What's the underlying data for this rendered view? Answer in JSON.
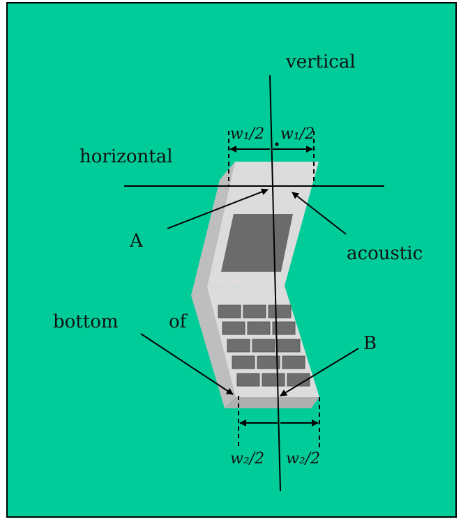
{
  "colors": {
    "background": "#00CC99",
    "frame": "#000000",
    "phone_face": "#DCDCDC",
    "phone_side": "#BEBEBE",
    "screen": "#6B6B6B",
    "key": "#6E6E6E"
  },
  "labels": {
    "vertical": "vertical",
    "horizontal": "horizontal",
    "acoustic": "acoustic",
    "a": "A",
    "b": "B",
    "bottom": "bottom",
    "of": "of"
  },
  "dimensions": {
    "top_left": "w₁/2",
    "top_right": "w₁/2",
    "bottom_left": "w₂/2",
    "bottom_right": "w₂/2"
  }
}
